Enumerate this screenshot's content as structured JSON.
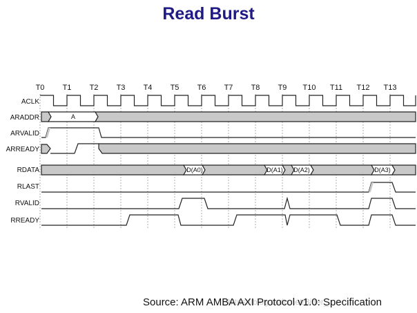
{
  "title": "Read Burst",
  "source": "Source: ARM AMBA AXI Protocol v1.0: Specification",
  "watermark": "https://blog.csdn.net/Bitter_...",
  "ticks": [
    "T0",
    "T1",
    "T2",
    "T3",
    "T4",
    "T5",
    "T6",
    "T7",
    "T8",
    "T9",
    "T10",
    "T11",
    "T12",
    "T13"
  ],
  "signals": {
    "aclk": "ACLK",
    "araddr": "ARADDR",
    "arvalid": "ARVALID",
    "arready": "ARREADY",
    "rdata": "RDATA",
    "rlast": "RLAST",
    "rvalid": "RVALID",
    "rready": "RREADY"
  },
  "araddr_value": "A",
  "rdata_values": [
    "D(A0)",
    "D(A1)",
    "D(A2)",
    "D(A3)"
  ],
  "colors": {
    "title": "#1f1a86",
    "bus_fill": "#c8c8c8",
    "line": "#222222",
    "grid": "#999999"
  }
}
